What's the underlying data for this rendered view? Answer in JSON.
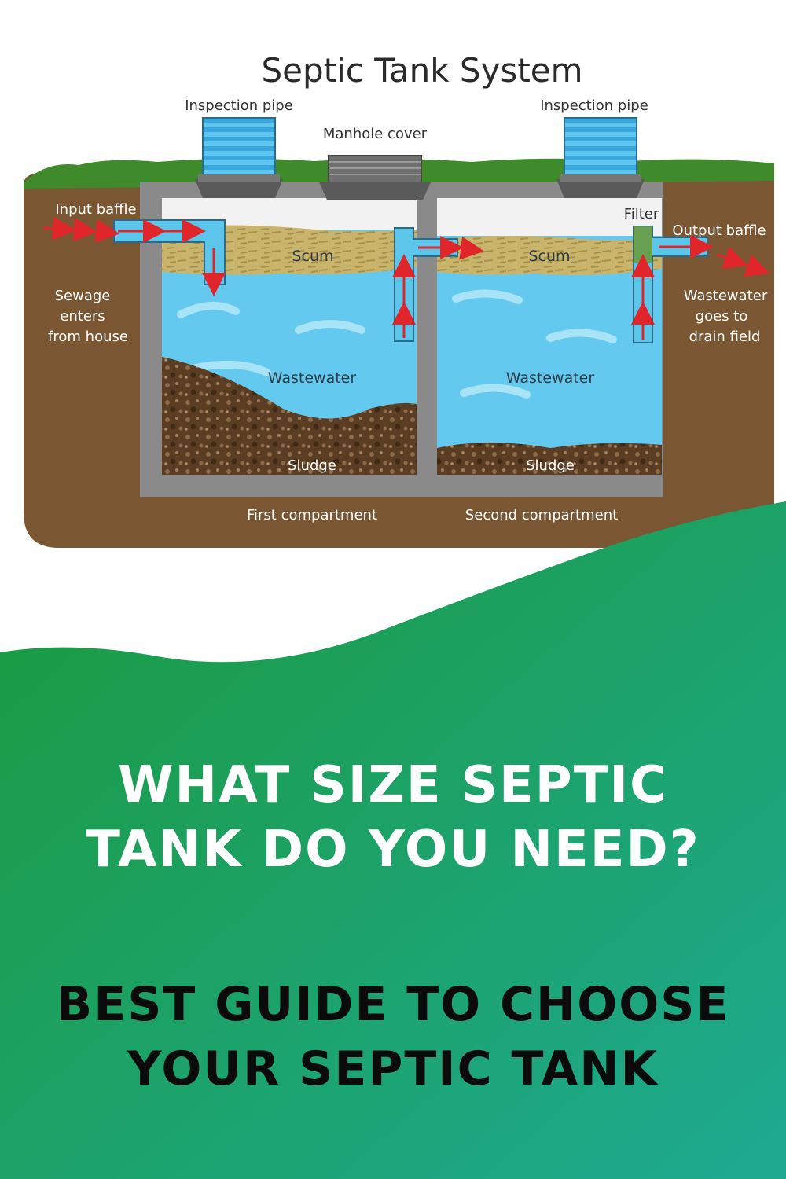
{
  "diagram": {
    "title": "Septic Tank System",
    "labels": {
      "inspection_pipe_left": "Inspection pipe",
      "inspection_pipe_right": "Inspection pipe",
      "manhole_cover": "Manhole cover",
      "input_baffle": "Input baffle",
      "filter": "Filter",
      "output_baffle": "Output baffle",
      "scum_left": "Scum",
      "scum_right": "Scum",
      "wastewater_left": "Wastewater",
      "wastewater_right": "Wastewater",
      "sludge_left": "Sludge",
      "sludge_right": "Sludge",
      "first_compartment": "First compartment",
      "second_compartment": "Second compartment",
      "sewage_line1": "Sewage",
      "sewage_line2": "enters",
      "sewage_line3": "from house",
      "drain_line1": "Wastewater",
      "drain_line2": "goes to",
      "drain_line3": "drain field"
    },
    "colors": {
      "soil": "#7a5632",
      "grass": "#3f8a2a",
      "tank_wall": "#8a8a8a",
      "water": "#63c9ef",
      "scum": "#c9b46b",
      "sludge": "#5a3d22",
      "pipe": "#5cc6ea",
      "arrow": "#e0262b",
      "filter": "#6a9a3a"
    }
  },
  "banner": {
    "headline_line1": "WHAT SIZE SEPTIC",
    "headline_line2": "TANK DO YOU NEED?",
    "subheadline_line1": "BEST GUIDE TO CHOOSE",
    "subheadline_line2": "YOUR SEPTIC TANK",
    "gradient_start": "#1a9a3c",
    "gradient_end": "#1eaa92",
    "headline_color": "#ffffff",
    "subheadline_color": "#0b0b0b"
  }
}
